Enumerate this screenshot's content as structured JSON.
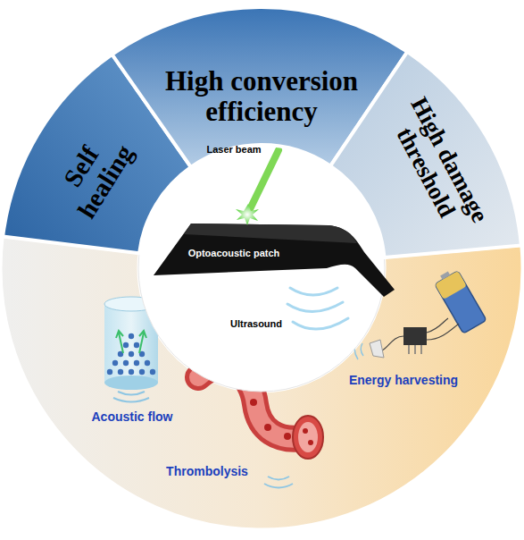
{
  "diagram": {
    "nodes": [
      {
        "text": [
          "Self healing"
        ]
      },
      {
        "text": [
          "High conversion efficiency"
        ]
      },
      {
        "text": [
          "High damage threshold"
        ]
      }
    ],
    "labels": [
      "Laser beam",
      "Optoacoustic patch",
      "Ultrasound",
      "Acoustic flow",
      "Thrombolysis",
      "Energy harvesting"
    ]
  }
}
